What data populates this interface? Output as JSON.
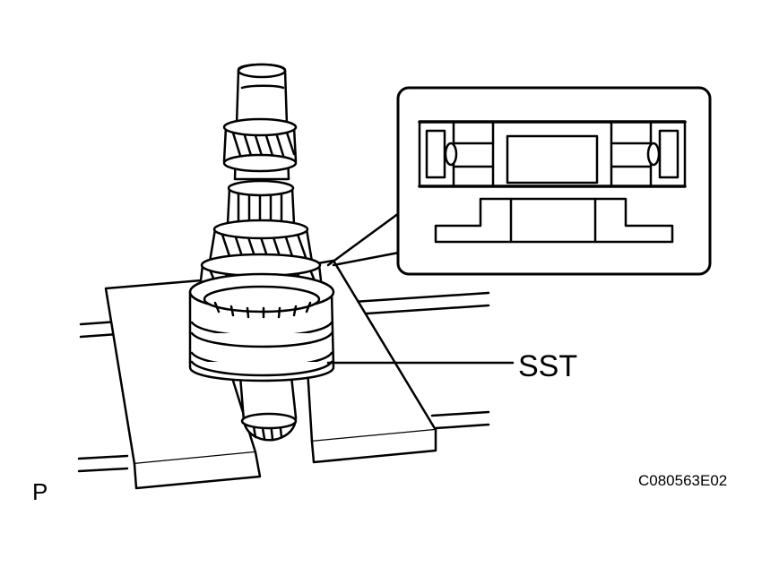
{
  "labels": {
    "sst": "SST",
    "view_marker": "P",
    "figure_code": "C080563E02"
  },
  "colors": {
    "line": "#000000",
    "background": "#ffffff"
  }
}
